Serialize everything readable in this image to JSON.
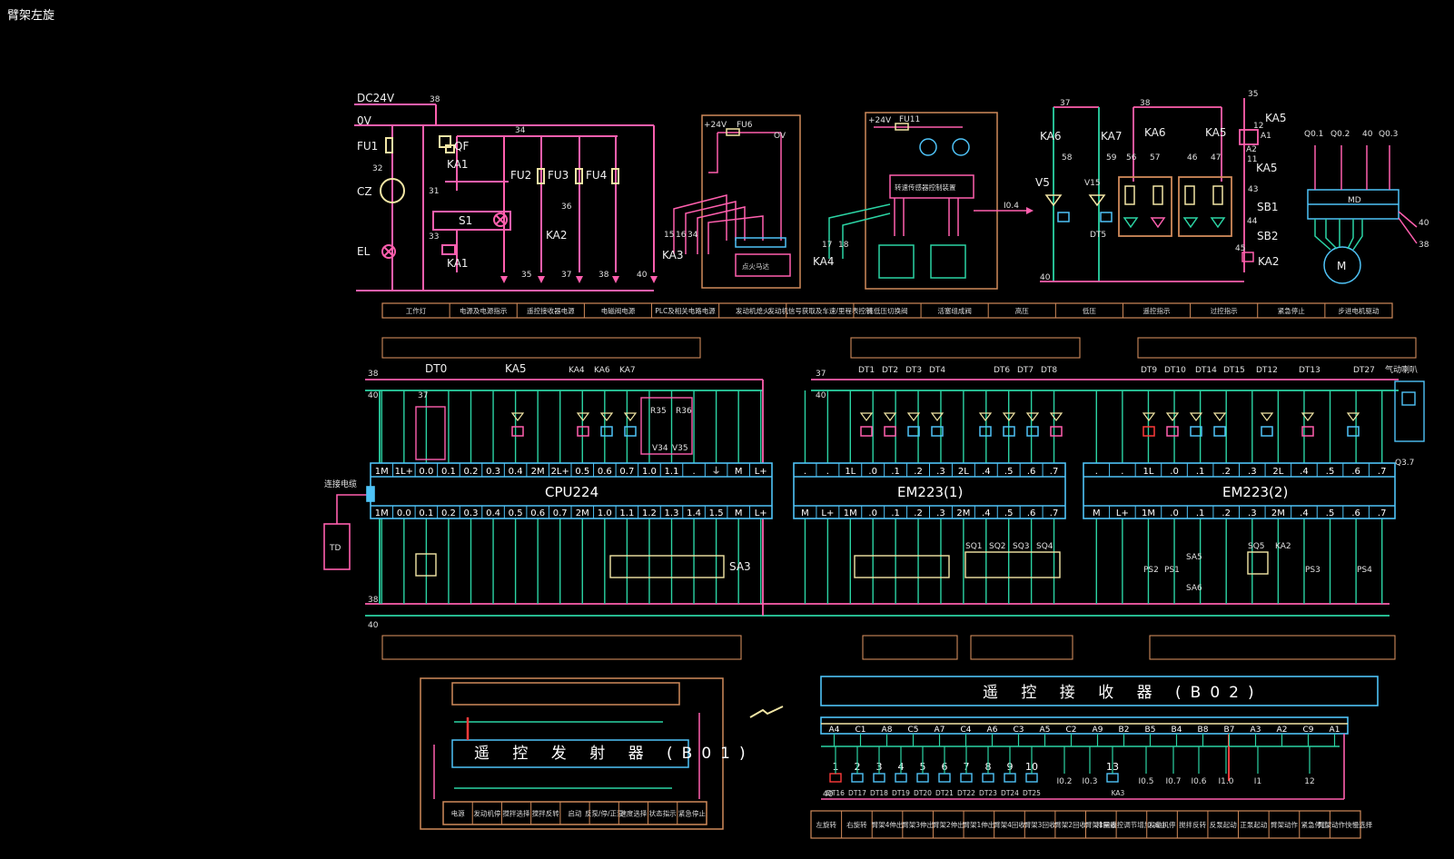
{
  "page_title": "臂架左旋",
  "labels": {
    "dc24v": "DC24V",
    "ov": "0V",
    "n38": "38",
    "n34": "34",
    "fu1": "FU1",
    "n32": "32",
    "cz": "CZ",
    "el": "EL",
    "qf": "QF",
    "ka1": "KA1",
    "n31": "31",
    "s1": "S1",
    "n33": "33",
    "fu2": "FU2",
    "fu3": "FU3",
    "fu4": "FU4",
    "n36": "36",
    "ka2": "KA2",
    "n35": "35",
    "n37": "37",
    "n40": "40",
    "p24v": "+24V",
    "fu6": "FU6",
    "ov2": "OV",
    "n15": "15",
    "n16": "16",
    "n34b": "34",
    "ka3": "KA3",
    "ignition_motor": "点火马达",
    "fu11": "FU11",
    "sensor_ctrl": "转速传感器控制装置",
    "i04": "I0.4",
    "n17": "17",
    "n18": "18",
    "ka4": "KA4",
    "ka6": "KA6",
    "ka7": "KA7",
    "ka5": "KA5",
    "v5": "V5",
    "v15": "V15",
    "dt5": "DT5",
    "n58": "58",
    "n59": "59",
    "n56": "56",
    "n57": "57",
    "n46": "46",
    "n47": "47",
    "n12": "12",
    "n11": "11",
    "a1": "A1",
    "a2": "A2",
    "n43": "43",
    "n44": "44",
    "n45": "45",
    "sb1": "SB1",
    "sb2": "SB2",
    "q01": "Q0.1",
    "q02": "Q0.2",
    "q03": "Q0.3",
    "md": "MD",
    "motor": "M",
    "dt0": "DT0",
    "cpu": "CPU224",
    "em1": "EM223(1)",
    "em2": "EM223(2)",
    "cable": "连接电缆",
    "td": "TD",
    "sa3": "SA3",
    "dt1": "DT1",
    "dt2": "DT2",
    "dt3": "DT3",
    "dt4": "DT4",
    "dt6": "DT6",
    "dt7": "DT7",
    "dt8": "DT8",
    "dt9": "DT9",
    "dt10": "DT10",
    "dt14": "DT14",
    "dt15": "DT15",
    "dt12": "DT12",
    "dt13": "DT13",
    "dt27": "DT27",
    "horn": "气动喇叭",
    "sq1": "SQ1",
    "sq2": "SQ2",
    "sq3": "SQ3",
    "sq4": "SQ4",
    "sq5": "SQ5",
    "ps1": "PS1",
    "ps2": "PS2",
    "ps3": "PS3",
    "ps4": "PS4",
    "sa5": "SA5",
    "sa6": "SA6",
    "q37": "Q3.7",
    "transmitter": "遥 控 发 射 器 (B01)",
    "receiver": "遥 控 接 收 器 (B02)",
    "v34": "V34",
    "v35": "V35",
    "r35": "R35",
    "r36": "R36"
  },
  "top_caption": [
    "工作灯",
    "电源及电源指示",
    "遥控接收器电源",
    "电磁阀电源",
    "PLC及相关电路电源",
    "发动机熄火",
    "发动机信号获取及车速/里程表控制",
    "高低压切换阀",
    "活塞组成阀",
    "高压",
    "低压",
    "遥控指示",
    "过控指示",
    "紧急停止",
    "步进电机驱动"
  ],
  "cpu_out_terms": [
    "1M",
    "1L+",
    "0.0",
    "0.1",
    "0.2",
    "0.3",
    "0.4",
    "2M",
    "2L+",
    "0.5",
    "0.6",
    "0.7",
    "1.0",
    "1.1",
    ".",
    "⏚",
    "M",
    "L+"
  ],
  "cpu_in_terms": [
    "1M",
    "0.0",
    "0.1",
    "0.2",
    "0.3",
    "0.4",
    "0.5",
    "0.6",
    "0.7",
    "2M",
    "1.0",
    "1.1",
    "1.2",
    "1.3",
    "1.4",
    "1.5",
    "M",
    "L+"
  ],
  "em1_out_terms": [
    ".",
    ".",
    "1L",
    ".0",
    ".1",
    ".2",
    ".3",
    "2L",
    ".4",
    ".5",
    ".6",
    ".7"
  ],
  "em1_in_terms": [
    "M",
    "L+",
    "1M",
    ".0",
    ".1",
    ".2",
    ".3",
    "2M",
    ".4",
    ".5",
    ".6",
    ".7"
  ],
  "em2_out_terms": [
    ".",
    ".",
    "1L",
    ".0",
    ".1",
    ".2",
    ".3",
    "2L",
    ".4",
    ".5",
    ".6",
    ".7"
  ],
  "em2_in_terms": [
    "M",
    "L+",
    "1M",
    ".0",
    ".1",
    ".2",
    ".3",
    "2M",
    ".4",
    ".5",
    ".6",
    ".7"
  ],
  "receiver_terms": [
    "A4",
    "C1",
    "A8",
    "C5",
    "A7",
    "C4",
    "A6",
    "C3",
    "A5",
    "C2",
    "A9",
    "B2",
    "B5",
    "B4",
    "B8",
    "B7",
    "A3",
    "A2",
    "C9",
    "A1"
  ],
  "receiver_nums": [
    "1",
    "2",
    "3",
    "4",
    "5",
    "6",
    "7",
    "8",
    "9",
    "10",
    "13"
  ],
  "receiver_dts": [
    "DT16",
    "DT17",
    "DT18",
    "DT19",
    "DT20",
    "DT21",
    "DT22",
    "DT23",
    "DT24",
    "DT25"
  ],
  "receiver_inputs": [
    "I0.2",
    "I0.3",
    "I0.5",
    "I0.7",
    "I0.6",
    "I1.0",
    "I1",
    "12"
  ],
  "bottom_caption": [
    "左旋转",
    "右旋转",
    "臂架4伸出",
    "臂架3伸出",
    "臂架2伸出",
    "臂架1伸出",
    "臂架4回收",
    "臂架3回收",
    "臂架2回收",
    "臂架1回收",
    "排量遥控调节增加 减小",
    "发动机停",
    "搅拌反转",
    "反泵起动",
    "正泵起动",
    "臂架动作",
    "紧急停止",
    "臂架动作快慢选择"
  ],
  "tx_caption": [
    "电源",
    "发动机停",
    "搅拌选择",
    "搅拌反转",
    "启动",
    "反泵/停/正泵",
    "速度选择",
    "状态指示",
    "紧急停止"
  ]
}
